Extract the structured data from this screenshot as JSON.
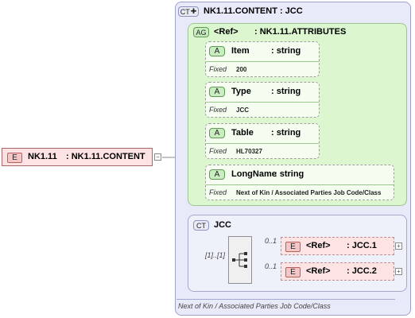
{
  "root_element": {
    "badge": "E",
    "name": "NK1.11",
    "type": ": NK1.11.CONTENT"
  },
  "complex_type": {
    "badge": "CT",
    "title": "NK1.11.CONTENT : JCC",
    "documentation": "Next of Kin / Associated Parties Job Code/Class",
    "attribute_group": {
      "badge": "AG",
      "ref": "<Ref>",
      "name": ": NK1.11.ATTRIBUTES",
      "attributes": [
        {
          "badge": "A",
          "name": "Item",
          "type": ": string",
          "fixed_label": "Fixed",
          "fixed_value": "200"
        },
        {
          "badge": "A",
          "name": "Type",
          "type": ": string",
          "fixed_label": "Fixed",
          "fixed_value": "JCC"
        },
        {
          "badge": "A",
          "name": "Table",
          "type": ": string",
          "fixed_label": "Fixed",
          "fixed_value": "HL70327"
        },
        {
          "badge": "A",
          "name": "LongName",
          "type": ": string",
          "fixed_label": "Fixed",
          "fixed_value": "Next of Kin / Associated Parties Job Code/Class"
        }
      ]
    },
    "base_type": {
      "badge": "CT",
      "name": "JCC",
      "multiplicity": "[1]..[1]",
      "children": [
        {
          "badge": "E",
          "ref": "<Ref>",
          "name": ": JCC.1",
          "occurs": "0..1"
        },
        {
          "badge": "E",
          "ref": "<Ref>",
          "name": ": JCC.2",
          "occurs": "0..1"
        }
      ]
    }
  }
}
